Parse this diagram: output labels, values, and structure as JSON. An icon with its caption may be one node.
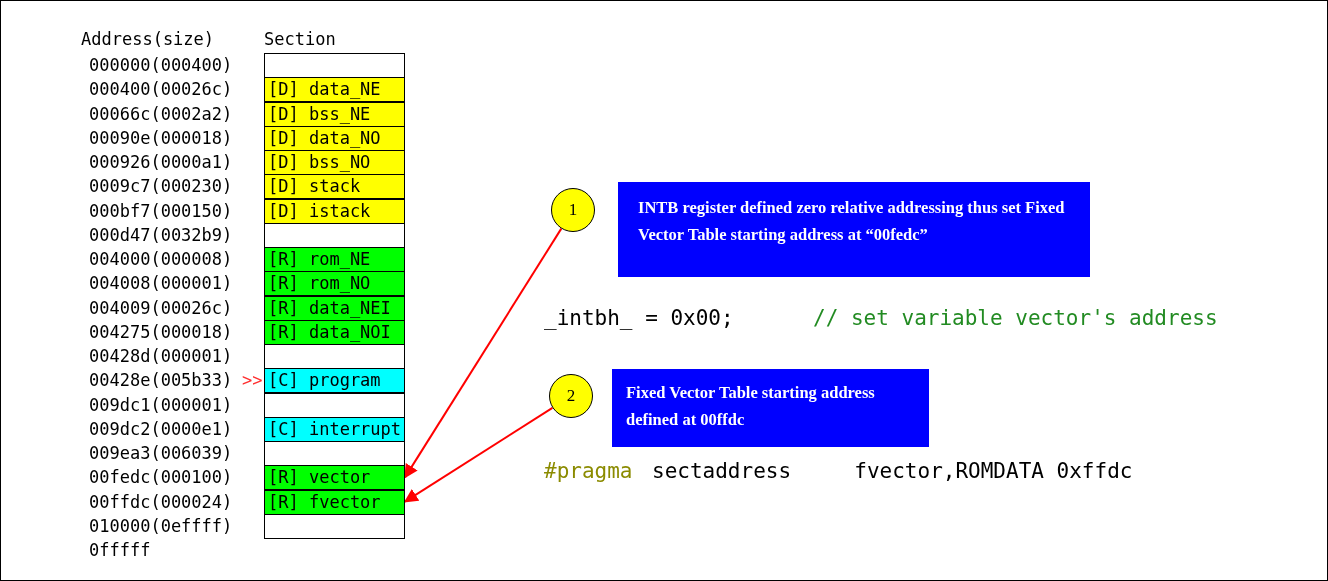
{
  "diagram": {
    "nodes": [
      {
        "text": [],
        "shape": "box"
      },
      {
        "text": [
          "[D] data_NE"
        ]
      },
      {
        "text": [
          "[D] bss_NE"
        ]
      },
      {
        "text": [
          "[D] data_NO"
        ]
      },
      {
        "text": [
          "[D] bss_NO"
        ]
      },
      {
        "text": [
          "[D] stack"
        ]
      },
      {
        "text": [
          "[D] istack"
        ]
      },
      {
        "text": [],
        "shape": "box"
      },
      {
        "text": [
          "[R] rom_NE"
        ]
      },
      {
        "text": [
          "[R] rom_NO"
        ]
      },
      {
        "text": [
          "[R] data_NEI"
        ]
      },
      {
        "text": [
          "[R] data_NOI"
        ]
      },
      {
        "text": [],
        "shape": "box"
      },
      {
        "text": [
          "[C] program"
        ]
      },
      {
        "text": [],
        "shape": "box"
      },
      {
        "text": [
          "[C] interrupt"
        ]
      },
      {
        "text": [],
        "shape": "box"
      },
      {
        "text": [
          "[R] vector"
        ]
      },
      {
        "text": [
          "[R] fvector"
        ]
      },
      {
        "text": [],
        "shape": "box"
      },
      {
        "text": [
          "1"
        ]
      },
      {
        "text": [
          "INTB register defined zero relative addressing thus set Fixed Vector Table starting address at “00fedc”"
        ]
      },
      {
        "text": [
          "2"
        ]
      },
      {
        "text": [
          "Fixed Vector Table starting address defined at 00ffdc"
        ]
      }
    ],
    "edges": [
      {
        "from": 20,
        "to": 17,
        "arrow": "to"
      },
      {
        "from": 22,
        "to": 18,
        "arrow": "to"
      }
    ],
    "labels": [
      "Address(size)",
      "Section",
      "000000(000400)",
      "000400(00026c)",
      "00066c(0002a2)",
      "00090e(000018)",
      "000926(0000a1)",
      "0009c7(000230)",
      "000bf7(000150)",
      "000d47(0032b9)",
      "004000(000008)",
      "004008(000001)",
      "004009(00026c)",
      "004275(000018)",
      "00428d(000001)",
      "00428e(005b33)",
      "009dc1(000001)",
      "009dc2(0000e1)",
      "009ea3(006039)",
      "00fedc(000100)",
      "00ffdc(000024)",
      "010000(0effff)",
      "0fffff",
      ">>",
      "_intbh_ = 0x00;",
      "// set variable vector's address",
      "#pragma",
      "sectaddress     fvector,ROMDATA 0xffdc"
    ]
  }
}
